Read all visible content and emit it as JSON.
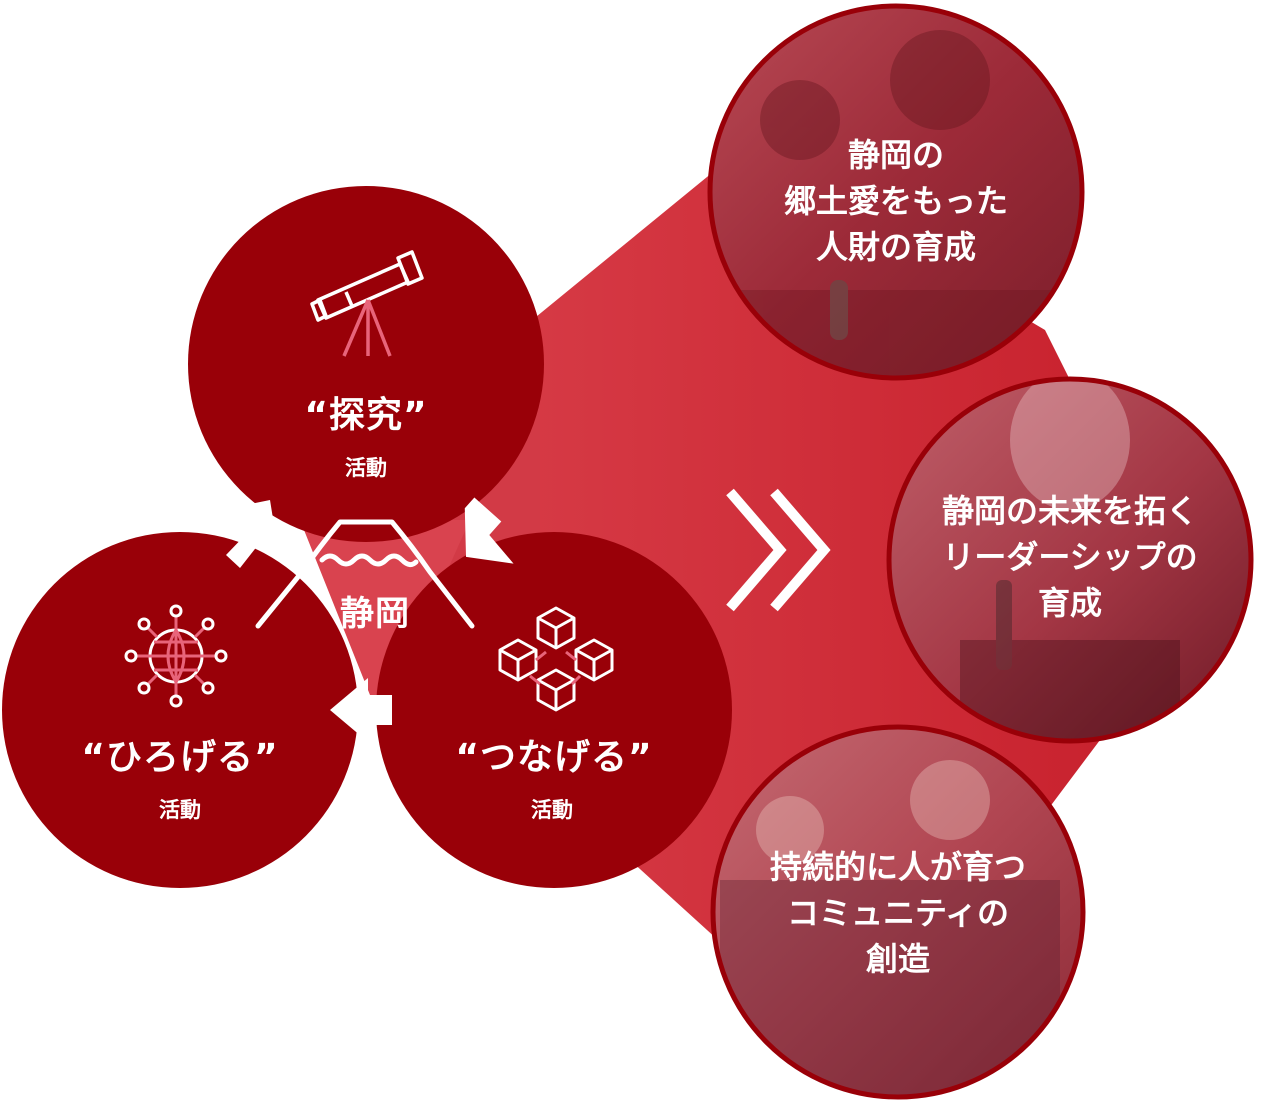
{
  "center": {
    "label": "静岡"
  },
  "activities": [
    {
      "title": "“探究”",
      "sub": "活動",
      "icon": "telescope-icon"
    },
    {
      "title": "“ひろげる”",
      "sub": "活動",
      "icon": "globe-network-icon"
    },
    {
      "title": "“つなげる”",
      "sub": "活動",
      "icon": "connected-cubes-icon"
    }
  ],
  "outcomes": [
    {
      "lines": [
        "静岡の",
        "郷土愛をもった",
        "人財の育成"
      ]
    },
    {
      "lines": [
        "静岡の未来を拓く",
        "リーダーシップの",
        "育成"
      ]
    },
    {
      "lines": [
        "持続的に人が育つ",
        "コミュニティの",
        "創造"
      ]
    }
  ],
  "colors": {
    "dark_red": "#990008",
    "mid_red": "#c8222e",
    "light_red": "#d9434f",
    "pink_stroke": "#e8647a",
    "white": "#ffffff"
  },
  "icons": {
    "transition": "double-chevron-icon",
    "center": "mount-fuji-icon"
  }
}
